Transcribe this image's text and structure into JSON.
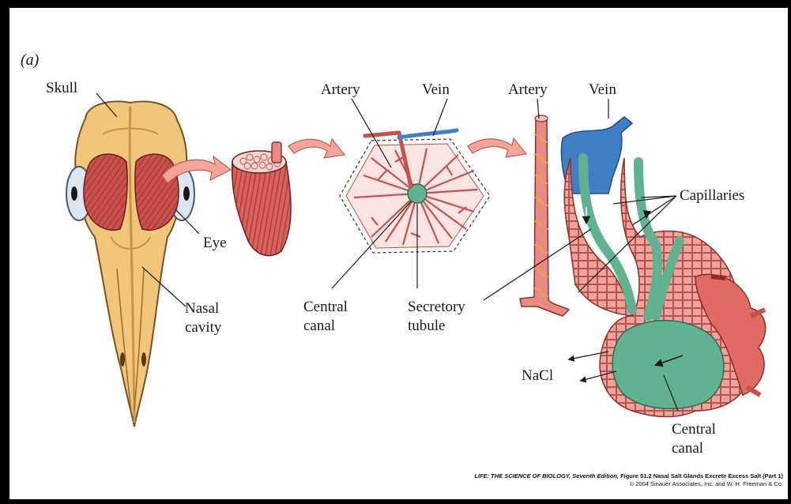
{
  "figure": {
    "panel_letter": "(a)",
    "labels": {
      "skull": "Skull",
      "eye": "Eye",
      "nasal_cavity_1": "Nasal",
      "nasal_cavity_2": "cavity",
      "artery_left": "Artery",
      "vein_left": "Vein",
      "artery_right": "Artery",
      "vein_right": "Vein",
      "central_canal_left_1": "Central",
      "central_canal_left_2": "canal",
      "secretory_tubule_1": "Secretory",
      "secretory_tubule_2": "tubule",
      "capillaries": "Capillaries",
      "nacl": "NaCl",
      "central_canal_right_1": "Central",
      "central_canal_right_2": "canal"
    },
    "caption": {
      "book_title": "LIFE: THE SCIENCE OF BIOLOGY, Seventh Edition,",
      "figure_title": "Figure 51.2 Nasal Salt Glands Excrete Excess Salt (Part 1)",
      "copyright": "© 2004 Sinauer Associates, Inc. and W. H. Freeman & Co."
    },
    "colors": {
      "bone": "#f0c67a",
      "bone_shadow": "#c99445",
      "muscle": "#c9504a",
      "tissue": "#e98a85",
      "tissue_light": "#f6c3be",
      "vein": "#3f7fc6",
      "canal": "#5fb391",
      "arrow": "#f4a59a"
    }
  }
}
